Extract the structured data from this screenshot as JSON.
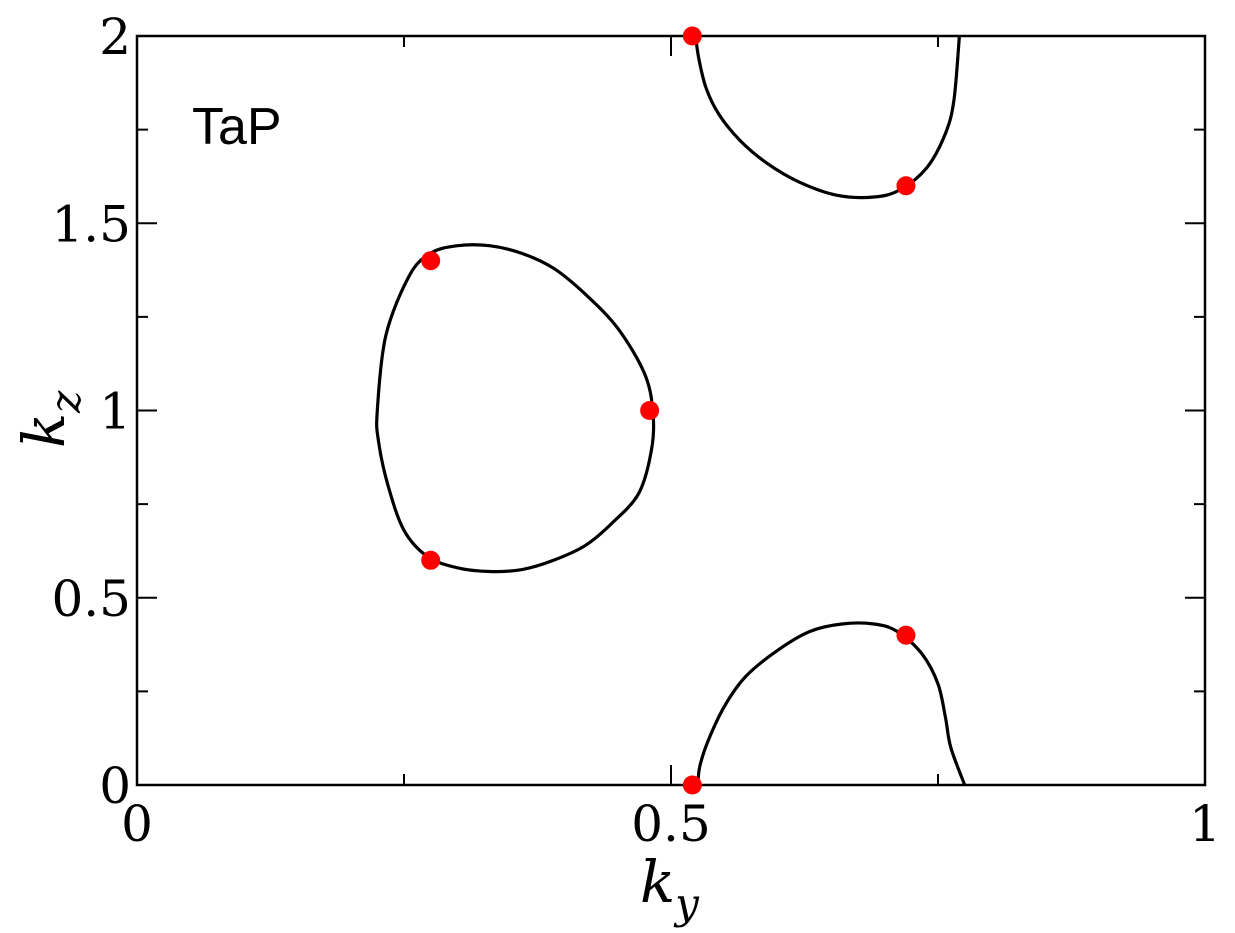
{
  "chart_data": {
    "type": "line",
    "title": "",
    "annotation": "TaP",
    "xlabel": {
      "main": "k",
      "sub": "y"
    },
    "ylabel": {
      "main": "k",
      "sub": "z"
    },
    "xlim": [
      0,
      1
    ],
    "ylim": [
      0,
      2
    ],
    "x_major_ticks": [
      0,
      0.5,
      1
    ],
    "x_tick_labels": [
      "0",
      "0.5",
      "1"
    ],
    "x_minor_ticks": [
      0.25,
      0.75
    ],
    "y_major_ticks": [
      0,
      0.5,
      1,
      1.5,
      2
    ],
    "y_tick_labels": [
      "0",
      "0.5",
      "1",
      "1.5",
      "2"
    ],
    "y_minor_ticks": [
      0.25,
      0.75,
      1.25,
      1.75
    ],
    "grid": false,
    "line_color": "#000000",
    "point_color": "#ff0000",
    "series": [
      {
        "closed": true,
        "x": [
          0.225,
          0.233,
          0.255,
          0.275,
          0.3,
          0.33,
          0.36,
          0.39,
          0.42,
          0.45,
          0.475,
          0.483,
          0.482,
          0.47,
          0.445,
          0.42,
          0.39,
          0.36,
          0.33,
          0.3,
          0.272,
          0.25,
          0.235,
          0.226
        ],
        "y": [
          1.0,
          1.2,
          1.36,
          1.42,
          1.44,
          1.44,
          1.42,
          1.38,
          1.31,
          1.22,
          1.1,
          1.0,
          0.9,
          0.78,
          0.7,
          0.64,
          0.6,
          0.575,
          0.57,
          0.58,
          0.61,
          0.68,
          0.8,
          0.92
        ]
      },
      {
        "closed": false,
        "x": [
          0.525,
          0.527,
          0.535,
          0.55,
          0.57,
          0.6,
          0.63,
          0.66,
          0.69,
          0.712,
          0.735,
          0.75,
          0.757,
          0.762,
          0.775
        ],
        "y": [
          0.0,
          0.05,
          0.12,
          0.21,
          0.29,
          0.36,
          0.41,
          0.43,
          0.43,
          0.41,
          0.35,
          0.27,
          0.18,
          0.1,
          0.0
        ]
      },
      {
        "closed": false,
        "x": [
          0.523,
          0.526,
          0.533,
          0.545,
          0.565,
          0.59,
          0.62,
          0.655,
          0.69,
          0.715,
          0.74,
          0.757,
          0.765,
          0.77
        ],
        "y": [
          2.0,
          1.94,
          1.86,
          1.79,
          1.72,
          1.66,
          1.61,
          1.575,
          1.57,
          1.59,
          1.65,
          1.74,
          1.83,
          2.0
        ]
      }
    ],
    "points": [
      {
        "x": 0.52,
        "y": 2.0
      },
      {
        "x": 0.72,
        "y": 1.6
      },
      {
        "x": 0.275,
        "y": 1.4
      },
      {
        "x": 0.48,
        "y": 1.0
      },
      {
        "x": 0.275,
        "y": 0.6
      },
      {
        "x": 0.72,
        "y": 0.4
      },
      {
        "x": 0.52,
        "y": 0.0
      }
    ]
  }
}
